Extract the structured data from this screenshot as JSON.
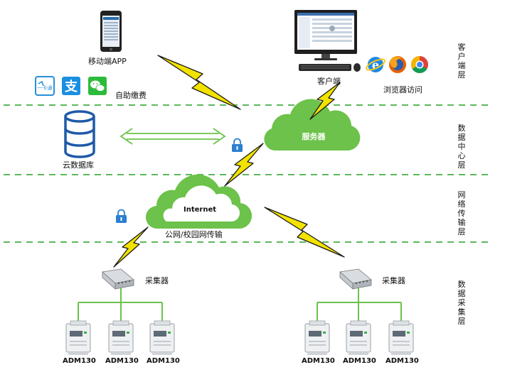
{
  "layers": [
    "客户端层",
    "数据中心层",
    "网络传输层",
    "数据采集层"
  ],
  "labels": {
    "mobile_app": "移动端APP",
    "self_pay": "自助缴费",
    "client": "客户端",
    "browser": "浏览器访问",
    "database": "云数据库",
    "server": "服务器",
    "internet": "Internet",
    "network": "公网/校园网传输",
    "collector_left": "采集器",
    "collector_right": "采集器"
  },
  "pay_icons": [
    "yikatong-icon",
    "alipay-icon",
    "wechat-icon"
  ],
  "pay_icon_text": {
    "yikatong": "一卡通",
    "alipay": "支"
  },
  "meters": [
    "ADM130",
    "ADM130",
    "ADM130",
    "ADM130",
    "ADM130",
    "ADM130"
  ],
  "colors": {
    "green": "#6cc24a",
    "divider": "#5cb85c",
    "bolt": "#f2e200",
    "db_blue": "#1e5aa8",
    "lock_blue": "#2b7fd1"
  }
}
